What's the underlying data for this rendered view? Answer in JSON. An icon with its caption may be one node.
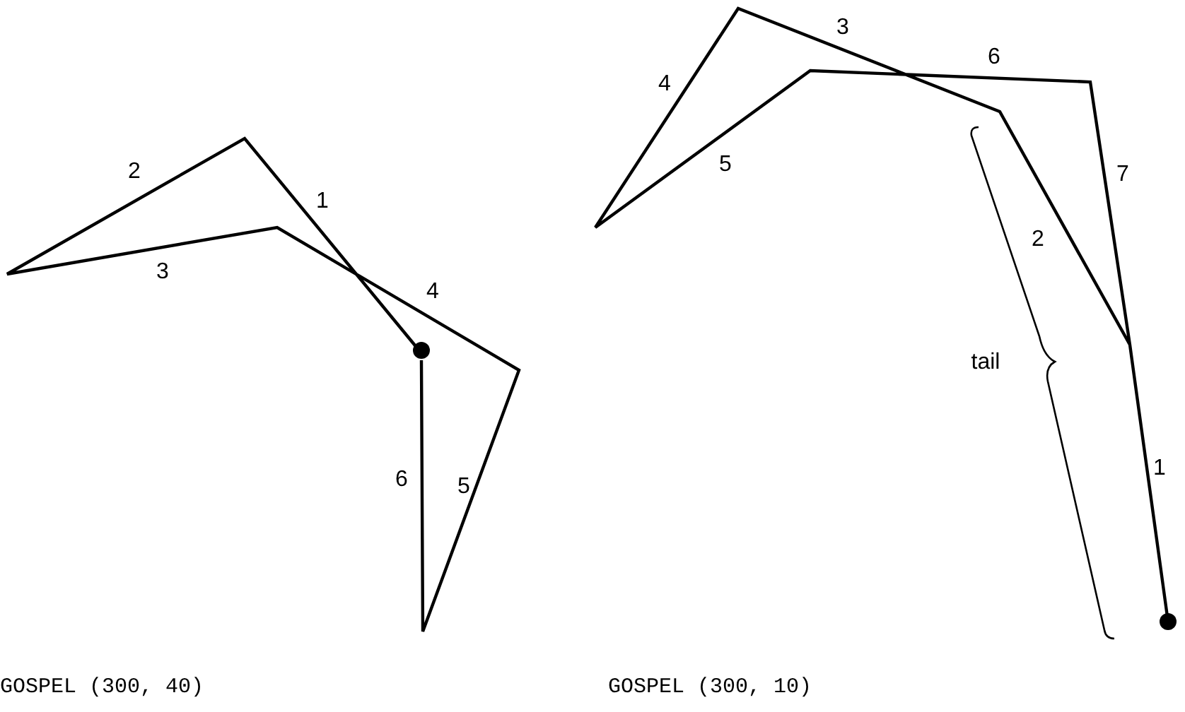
{
  "diagram": {
    "labels": [
      "2",
      "1",
      "3",
      "4",
      "6",
      "5",
      "GOSPEL (300, 40)",
      "3",
      "4",
      "6",
      "5",
      "7",
      "2",
      "tail",
      "1",
      "GOSPEL (300, 10)"
    ]
  }
}
